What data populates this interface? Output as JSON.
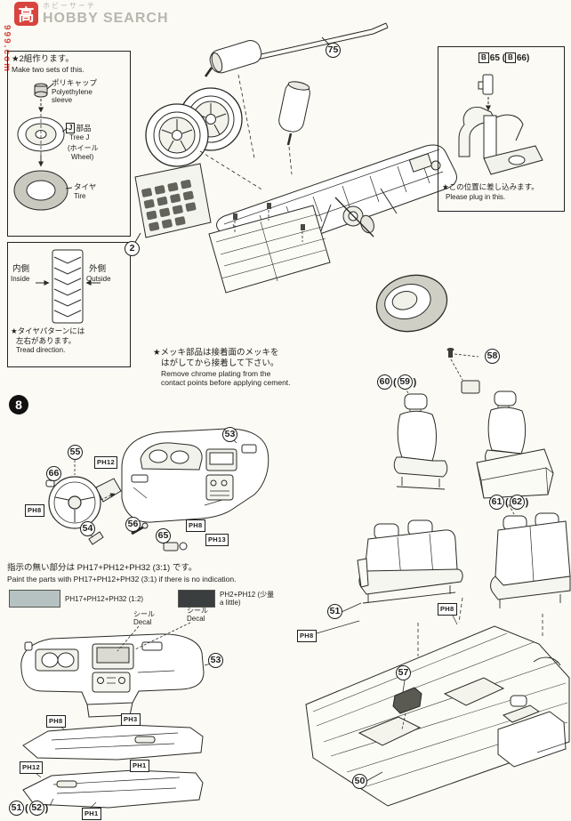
{
  "page": {
    "background": "#fbfaf5",
    "ink": "#1d1d1b",
    "accent_red": "#d2251f"
  },
  "watermark": {
    "logo_char": "高",
    "brand": "HOBBY SEARCH",
    "brand_jp": "ホビーサーチ",
    "vertical_url": "999.com"
  },
  "wheel_box": {
    "note_ja": "★2組作ります。",
    "note_en": "Make two sets of this.",
    "polycap_ja": "ポリキャップ",
    "polycap_en1": "Polyethylene",
    "polycap_en2": "sleeve",
    "tree_letter": "J",
    "tree_ja": "部品",
    "tree_en": "Tree J",
    "wheel_ja": "(ホイール",
    "wheel_en": "Wheel)",
    "tire_ja": "タイヤ",
    "tire_en": "Tire"
  },
  "tread_box": {
    "inside_ja": "内側",
    "inside_en": "Inside",
    "outside_ja": "外側",
    "outside_en": "Outside",
    "note_ja1": "★タイヤパターンには",
    "note_ja2": "左右があります。",
    "note_en": "Tread direction."
  },
  "plug_box": {
    "part_letter": "B",
    "part_num1": "65",
    "paren_open": "(",
    "part_num2": "66",
    "paren_close": ")",
    "note_ja": "★この位置に差し込みます。",
    "note_en": "Please plug in this."
  },
  "chrome_note": {
    "ja1": "★メッキ部品は接着面のメッキを",
    "ja2": "はがしてから接着して下さい。",
    "en1": "Remove chrome plating from the",
    "en2": "contact points before applying cement."
  },
  "step": {
    "number": "8"
  },
  "paint_note": {
    "ja": "指示の無い部分は PH17+PH12+PH32 (3:1) です。",
    "en": "Paint the parts with PH17+PH12+PH32 (3:1) if there is no indication."
  },
  "swatches": [
    {
      "label": "PH17+PH12+PH32 (1:2)",
      "label2": "",
      "color": "#b5c2c1"
    },
    {
      "label": "PH2+PH12 (少量",
      "label2": "a little)",
      "color": "#3b3e3f"
    }
  ],
  "decals": [
    {
      "ja": "シール",
      "en": "Decal"
    },
    {
      "ja": "シール",
      "en": "Decal"
    }
  ],
  "callouts": [
    {
      "n": "2"
    },
    {
      "n": "75"
    },
    {
      "n": "58"
    },
    {
      "n": "60",
      "open": "(",
      "alt": "59",
      "close": ")"
    },
    {
      "n": "61",
      "open": "(",
      "alt": "62",
      "close": ")"
    },
    {
      "n": "53"
    },
    {
      "n": "55"
    },
    {
      "n": "66"
    },
    {
      "n": "54"
    },
    {
      "n": "56"
    },
    {
      "n": "65"
    },
    {
      "n": "53"
    },
    {
      "n": "51"
    },
    {
      "n": "57"
    },
    {
      "n": "50"
    },
    {
      "n": "51",
      "open": "(",
      "alt": "52",
      "close": ")"
    }
  ],
  "paint_labels": [
    {
      "code": "PH12"
    },
    {
      "code": "PH8"
    },
    {
      "code": "PH13"
    },
    {
      "code": "PH8"
    },
    {
      "code": "PH8"
    },
    {
      "code": "PH8"
    },
    {
      "code": "PH8"
    },
    {
      "code": "PH3"
    },
    {
      "code": "PH12"
    },
    {
      "code": "PH1"
    },
    {
      "code": "PH1"
    }
  ]
}
